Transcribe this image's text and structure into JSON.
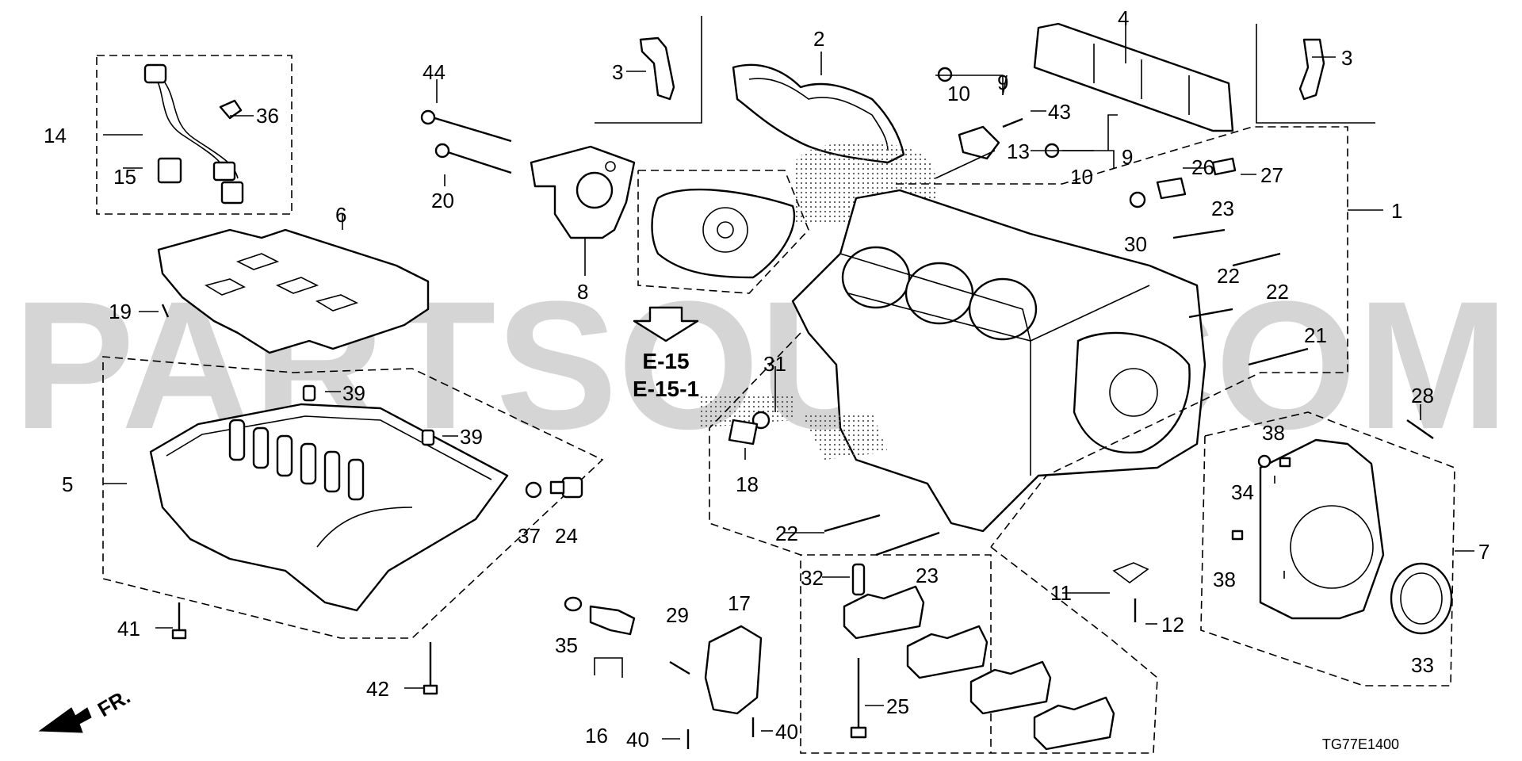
{
  "watermark": "PARTSOUQ.COM",
  "reference_labels": {
    "line1": "E-15",
    "line2": "E-15-1"
  },
  "direction": {
    "label": "FR."
  },
  "diagram_code": "TG77E1400",
  "callouts": {
    "p1": "1",
    "p2": "2",
    "p3a": "3",
    "p3b": "3",
    "p4": "4",
    "p5": "5",
    "p6": "6",
    "p7": "7",
    "p8": "8",
    "p9a": "9",
    "p9b": "9",
    "p10a": "10",
    "p10b": "10",
    "p11": "11",
    "p12": "12",
    "p13": "13",
    "p14": "14",
    "p15": "15",
    "p16": "16",
    "p17": "17",
    "p18": "18",
    "p19": "19",
    "p20": "20",
    "p21": "21",
    "p22a": "22",
    "p22b": "22",
    "p22c": "22",
    "p23a": "23",
    "p23b": "23",
    "p24": "24",
    "p25": "25",
    "p26": "26",
    "p27": "27",
    "p28": "28",
    "p29": "29",
    "p30": "30",
    "p31": "31",
    "p32": "32",
    "p33": "33",
    "p34": "34",
    "p35": "35",
    "p36": "36",
    "p37": "37",
    "p38a": "38",
    "p38b": "38",
    "p39a": "39",
    "p39b": "39",
    "p40a": "40",
    "p40b": "40",
    "p41": "41",
    "p42": "42",
    "p43": "43",
    "p44": "44"
  }
}
